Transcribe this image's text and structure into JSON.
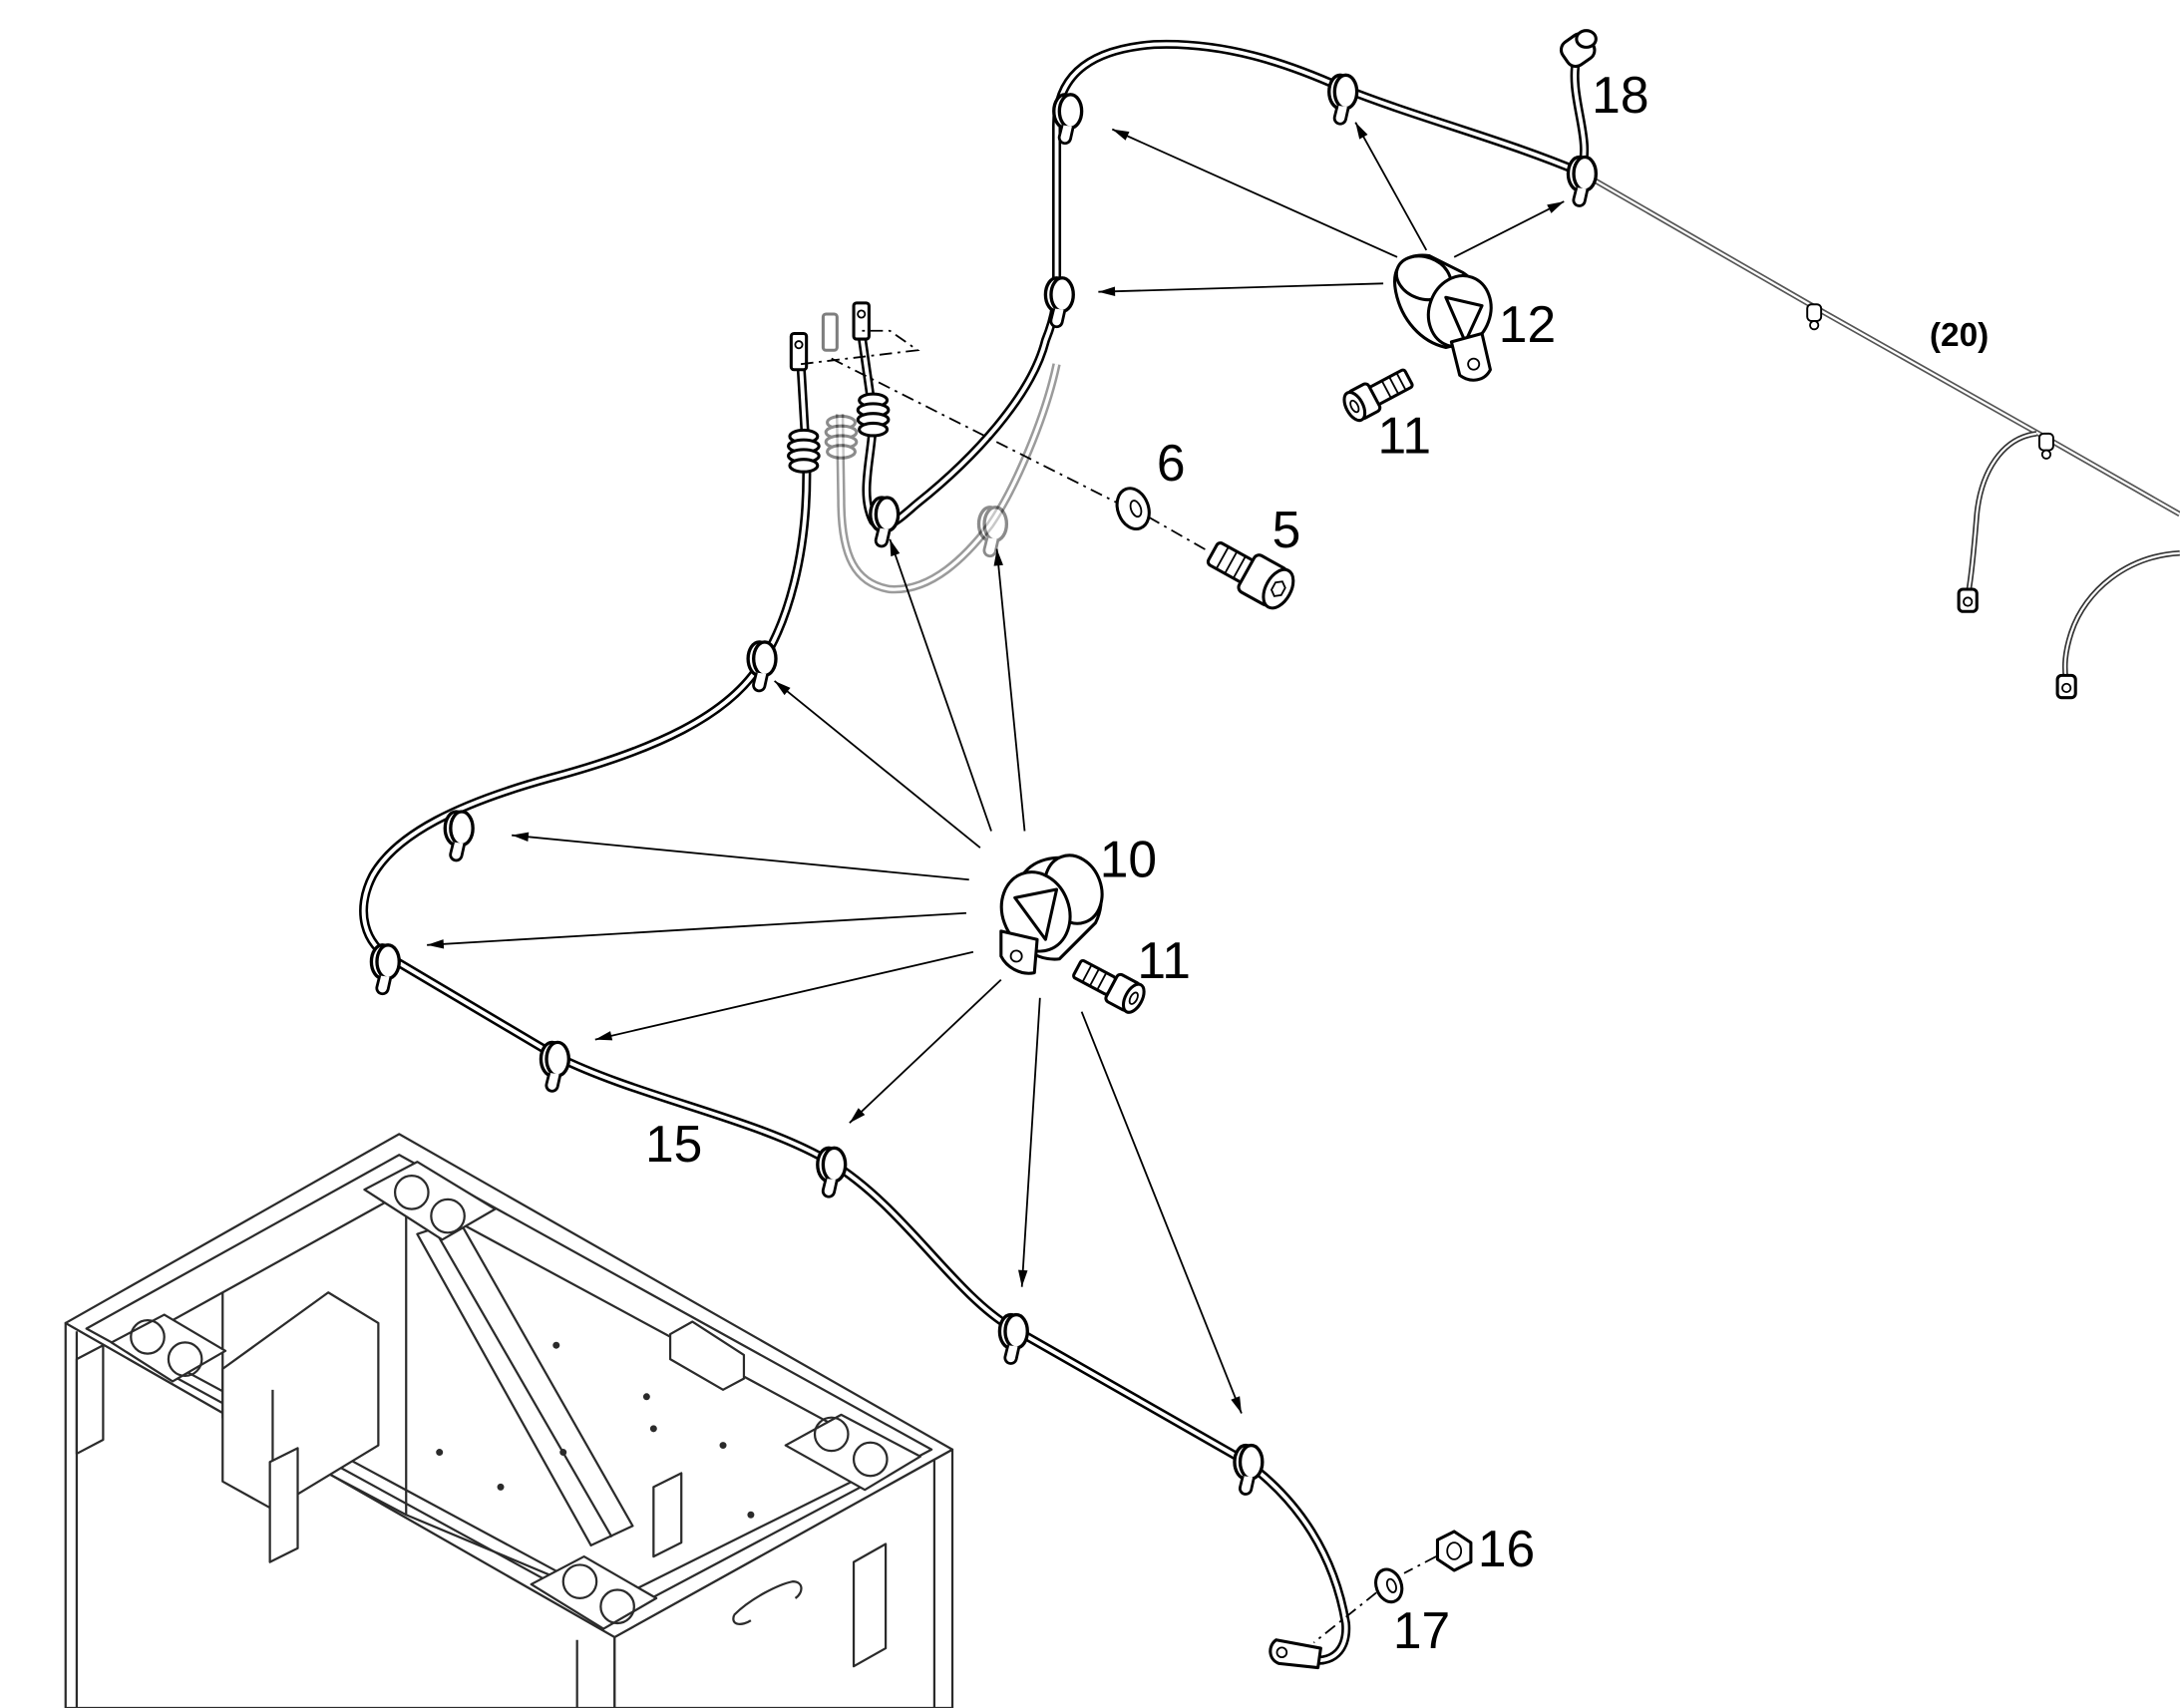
{
  "diagram": {
    "callouts": [
      "18",
      "12",
      "11",
      "(20)",
      "6",
      "5",
      "10",
      "11",
      "15",
      "16",
      "17"
    ]
  },
  "colors": {
    "ink": "#000000",
    "ghost": "#9b9b9b",
    "background": "#ffffff"
  }
}
